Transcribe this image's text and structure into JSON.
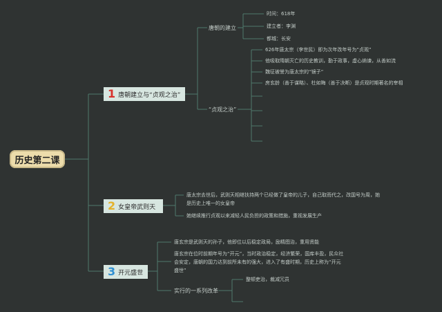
{
  "root": {
    "label": "历史第二课"
  },
  "branches": [
    {
      "number": "1",
      "number_color": "#d8322c",
      "label": "唐朝建立与“贞观之治”",
      "subs": [
        {
          "label": "唐朝的建立",
          "leaves": [
            "时间：618年",
            "建立者：李渊",
            "都城：长安"
          ]
        },
        {
          "label": "“贞观之治”",
          "leaves": [
            "626年唐太宗（李世民）即为次年改年号为“贞观”",
            "他吸取隋朝灭亡的历史教训，勤于政事，虚心纳谏，从善如流",
            "魏征被誉为唐太宗的“镜子”",
            "房玄龄（善于谋略）、杜如晦（善于决断）是贞观时期著名的宰相"
          ]
        }
      ]
    },
    {
      "number": "2",
      "number_color": "#e4b22a",
      "label": "女皇帝武则天",
      "leaves": [
        "唐太宗去世后，武则天相继扶持两个已经做了皇帝的儿子，自己取而代之，改国号为周，她是历史上唯一的女皇帝",
        "她继续推行贞观以来减轻人民负担的政策和措施，重视发展生产"
      ]
    },
    {
      "number": "3",
      "number_color": "#2f8fd1",
      "label": "开元盛世",
      "leaves": [
        "唐玄宗是武则天的孙子，他即位以后稳定政局，励精图治，重用贤能",
        "唐玄宗在位时前期年号为“开元”，当时政治稳定，经济繁荣，国库丰盈，民众社会安定，唐朝的国力达到前所未有的强大，进入了有盛时期，历史上称为“开元盛世”"
      ],
      "subs": [
        {
          "label": "实行的一系列改革",
          "leaves": [
            "整顿吏治，裁减冗员"
          ]
        }
      ]
    }
  ]
}
